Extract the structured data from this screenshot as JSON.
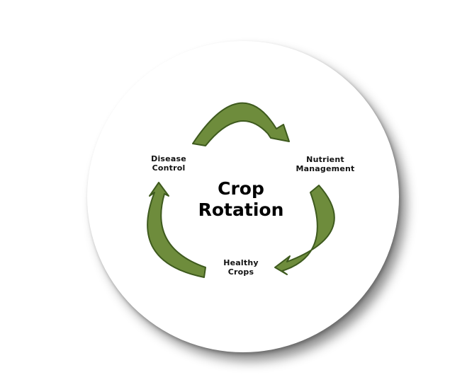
{
  "diagram": {
    "title_line1": "Crop",
    "title_line2": "Rotation",
    "nodes": [
      {
        "line1": "Nutrient",
        "line2": "Management"
      },
      {
        "line1": "Healthy",
        "line2": "Crops"
      },
      {
        "line1": "Disease",
        "line2": "Control"
      }
    ],
    "arrow_fill_color": "#6E8C3C",
    "arrow_stroke_color": "#3E5A1E"
  }
}
